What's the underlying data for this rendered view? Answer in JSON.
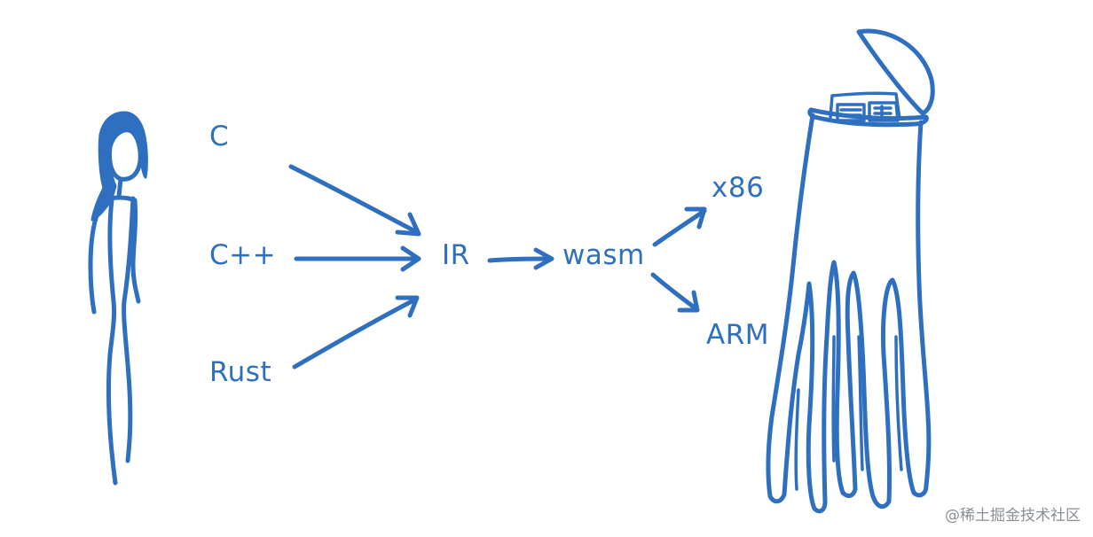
{
  "diagram": {
    "source_languages": [
      {
        "id": "c",
        "label": "C"
      },
      {
        "id": "cpp",
        "label": "C++"
      },
      {
        "id": "rust",
        "label": "Rust"
      }
    ],
    "intermediate": {
      "label": "IR"
    },
    "target_format": {
      "label": "wasm"
    },
    "machine_targets": [
      {
        "id": "x86",
        "label": "x86"
      },
      {
        "id": "arm",
        "label": "ARM"
      }
    ],
    "ink_color": "#2f6fbf"
  },
  "watermark": {
    "text": "@稀土掘金技术社区"
  }
}
